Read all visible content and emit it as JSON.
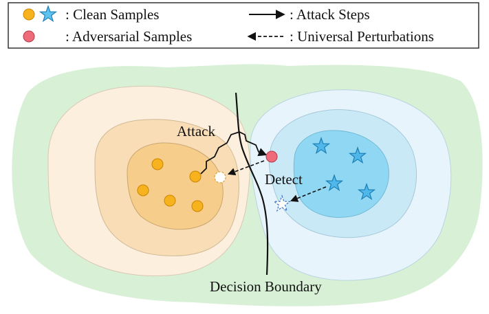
{
  "legend": {
    "clean_samples": ": Clean Samples",
    "adversarial_samples": ": Adversarial Samples",
    "attack_steps": ": Attack Steps",
    "universal_perturbations": ": Universal Perturbations"
  },
  "labels": {
    "attack": "Attack",
    "detect": "Detect",
    "decision_boundary": "Decision Boundary"
  },
  "colors": {
    "background_region": "#d8f1d6",
    "orange_region_outer": "#fcefde",
    "orange_region_mid": "#f8ddb6",
    "orange_region_inner": "#f7cd8c",
    "blue_region_outer": "#e7f4fb",
    "blue_region_mid": "#c9e9f6",
    "blue_region_inner": "#8fd7f3",
    "clean_orange": "#f8b21d",
    "clean_blue": "#3fb0e8",
    "adversarial": "#ef6b7a"
  }
}
